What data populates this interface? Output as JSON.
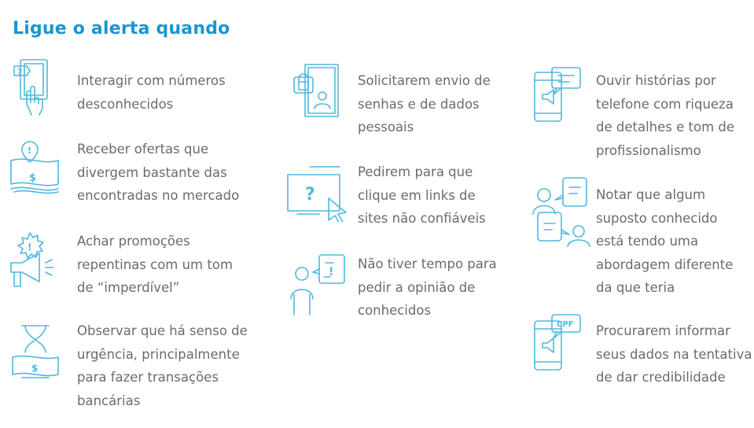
{
  "title": "Ligue o alerta quando",
  "columns": [
    {
      "items": [
        {
          "icon": "phone-question-touch-icon",
          "text": "Interagir com números\ndesconhecidos"
        },
        {
          "icon": "money-alert-icon",
          "text": "Receber ofertas que\ndivergem bastante das\nencontradas no mercado"
        },
        {
          "icon": "megaphone-alert-icon",
          "text": "Achar promoções\nrepentinas com um tom\nde “imperdível”"
        },
        {
          "icon": "hourglass-money-icon",
          "text": "Observar que há senso de\nurgência, principalmente\npara fazer transações\nbancárias"
        }
      ]
    },
    {
      "items": [
        {
          "icon": "lock-user-card-icon",
          "text": "Solicitarem envio de\nsenhas e de dados\npessoais"
        },
        {
          "icon": "screen-question-cursor-icon",
          "text": "Pedirem para que\nclique em links de\nsites não confiáveis"
        },
        {
          "icon": "person-alert-speech-icon",
          "text": "Não tiver tempo para\npedir a opinião de\nconhecidos"
        }
      ]
    },
    {
      "items": [
        {
          "icon": "phone-speaker-chat-icon",
          "text": "Ouvir histórias por\ntelefone com riqueza\nde detalhes e tom de\nprofissionalismo"
        },
        {
          "icon": "two-people-chat-icon",
          "text": "Notar que algum\nsuposto conhecido\nestá tendo uma\nabordagem diferente\nda que teria"
        },
        {
          "icon": "phone-cpf-icon",
          "text": "Procurarem informar\nseus dados na tentativa\nde dar credibilidade",
          "badge": "CPF"
        }
      ]
    }
  ]
}
